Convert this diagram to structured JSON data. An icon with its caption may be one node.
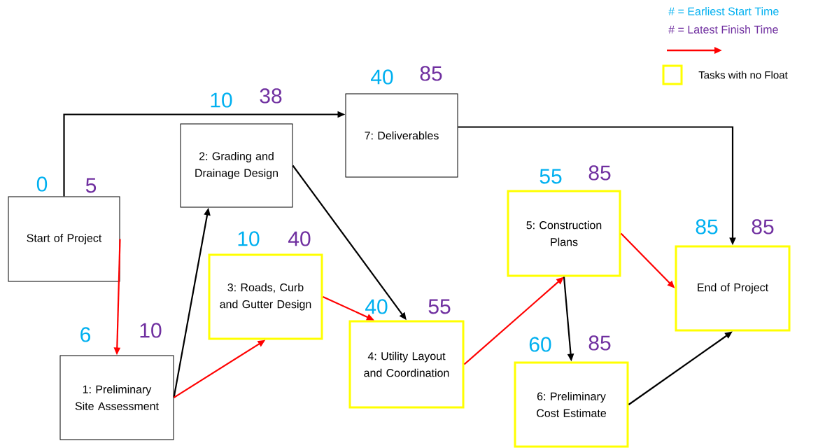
{
  "diagram": {
    "nodes": [
      {
        "text": [
          "Start of Project"
        ],
        "beside": [
          "0",
          "5"
        ]
      },
      {
        "text": [
          "1: Preliminary Site Assessment"
        ],
        "beside": [
          "6",
          "10"
        ]
      },
      {
        "text": [
          "2: Grading and Drainage Design"
        ],
        "beside": [
          "10",
          "38"
        ]
      },
      {
        "text": [
          "3: Roads, Curb and Gutter Design"
        ],
        "beside": [
          "10",
          "40"
        ]
      },
      {
        "text": [
          "4: Utility Layout and Coordination"
        ],
        "beside": [
          "40",
          "55"
        ]
      },
      {
        "text": [
          "5: Construction Plans"
        ],
        "beside": [
          "55",
          "85"
        ]
      },
      {
        "text": [
          "6: Preliminary Cost Estimate"
        ],
        "beside": [
          "60",
          "85"
        ]
      },
      {
        "text": [
          "7: Deliverables"
        ],
        "beside": [
          "40",
          "85"
        ]
      },
      {
        "text": [
          "End of Project"
        ],
        "beside": [
          "85",
          "85"
        ]
      }
    ],
    "edges": [
      {
        "from": 0,
        "to": 7,
        "arrow": "to"
      },
      {
        "from": 0,
        "to": 1,
        "arrow": "to",
        "color": "#ff0000"
      },
      {
        "from": 1,
        "to": 2,
        "arrow": "to"
      },
      {
        "from": 1,
        "to": 3,
        "arrow": "to",
        "color": "#ff0000"
      },
      {
        "from": 2,
        "to": 4,
        "arrow": "to"
      },
      {
        "from": 3,
        "to": 4,
        "arrow": "to",
        "color": "#ff0000"
      },
      {
        "from": 4,
        "to": 5,
        "arrow": "to",
        "color": "#ff0000"
      },
      {
        "from": 5,
        "to": 6,
        "arrow": "to"
      },
      {
        "from": 5,
        "to": 8,
        "arrow": "to",
        "color": "#ff0000"
      },
      {
        "from": 6,
        "to": 8,
        "arrow": "to"
      },
      {
        "from": 7,
        "to": 8,
        "arrow": "to"
      }
    ],
    "legend": [
      {
        "text": "# = Earliest Start Time",
        "color": "#00b0f0"
      },
      {
        "text": "# = Latest Finish Time",
        "color": "#7030a0"
      },
      {
        "text": "Tasks with no Float",
        "color": "#ffff00"
      }
    ]
  }
}
